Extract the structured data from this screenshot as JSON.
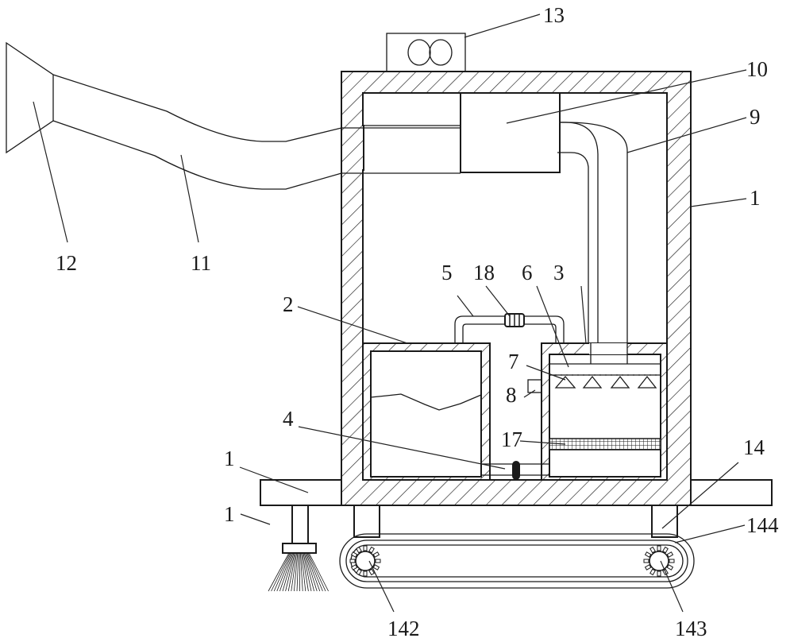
{
  "figure": {
    "title": "Dust suction cleaning device – sectional view",
    "labels": [
      {
        "id": "housing-right",
        "text": "1",
        "part": "housing"
      },
      {
        "id": "base-plate",
        "text": "1",
        "part": "housing base plate"
      },
      {
        "id": "nozzle-pipe",
        "text": "1",
        "part": "spray pipe"
      },
      {
        "id": "water-tank",
        "text": "2",
        "part": "water tank"
      },
      {
        "id": "filter-box",
        "text": "3",
        "part": "filter box"
      },
      {
        "id": "pump",
        "text": "4",
        "part": "water pump"
      },
      {
        "id": "water-pipe",
        "text": "5",
        "part": "water pipe"
      },
      {
        "id": "spray-plate",
        "text": "6",
        "part": "spray plate"
      },
      {
        "id": "spray-heads",
        "text": "7",
        "part": "spray heads"
      },
      {
        "id": "outlet",
        "text": "8",
        "part": "outlet"
      },
      {
        "id": "elbow-pipe",
        "text": "9",
        "part": "elbow pipe"
      },
      {
        "id": "fan",
        "text": "10",
        "part": "suction fan"
      },
      {
        "id": "hose",
        "text": "11",
        "part": "suction hose"
      },
      {
        "id": "hood",
        "text": "12",
        "part": "suction hood"
      },
      {
        "id": "control-box",
        "text": "13",
        "part": "control box"
      },
      {
        "id": "crawler",
        "text": "14",
        "part": "crawler mechanism"
      },
      {
        "id": "drive-wheel",
        "text": "142",
        "part": "drive wheel"
      },
      {
        "id": "driven-wheel",
        "text": "143",
        "part": "driven wheel"
      },
      {
        "id": "track",
        "text": "144",
        "part": "track belt"
      },
      {
        "id": "filter-screen",
        "text": "17",
        "part": "filter screen"
      },
      {
        "id": "valve",
        "text": "18",
        "part": "valve"
      }
    ]
  }
}
